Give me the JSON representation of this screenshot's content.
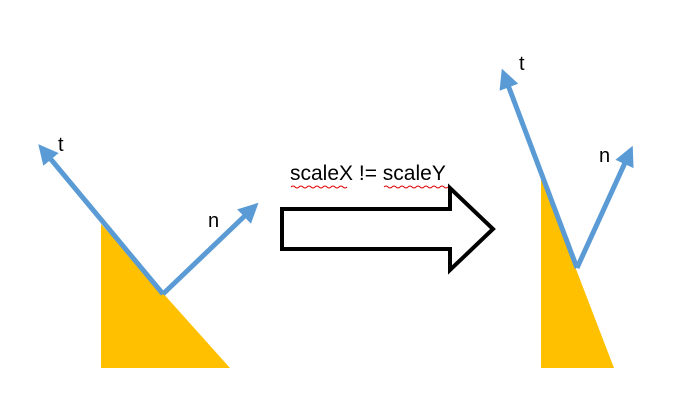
{
  "left_figure": {
    "tangent_label": "t",
    "normal_label": "n",
    "triangle_color": "#FFC000",
    "vector_color": "#5B9BD5"
  },
  "transform": {
    "caption": "scaleX != scaleY",
    "arrow_fill": "#ffffff",
    "arrow_stroke": "#000000",
    "spellcheck_color": "#e00000"
  },
  "right_figure": {
    "tangent_label": "t",
    "normal_label": "n",
    "triangle_color": "#FFC000",
    "vector_color": "#5B9BD5"
  }
}
